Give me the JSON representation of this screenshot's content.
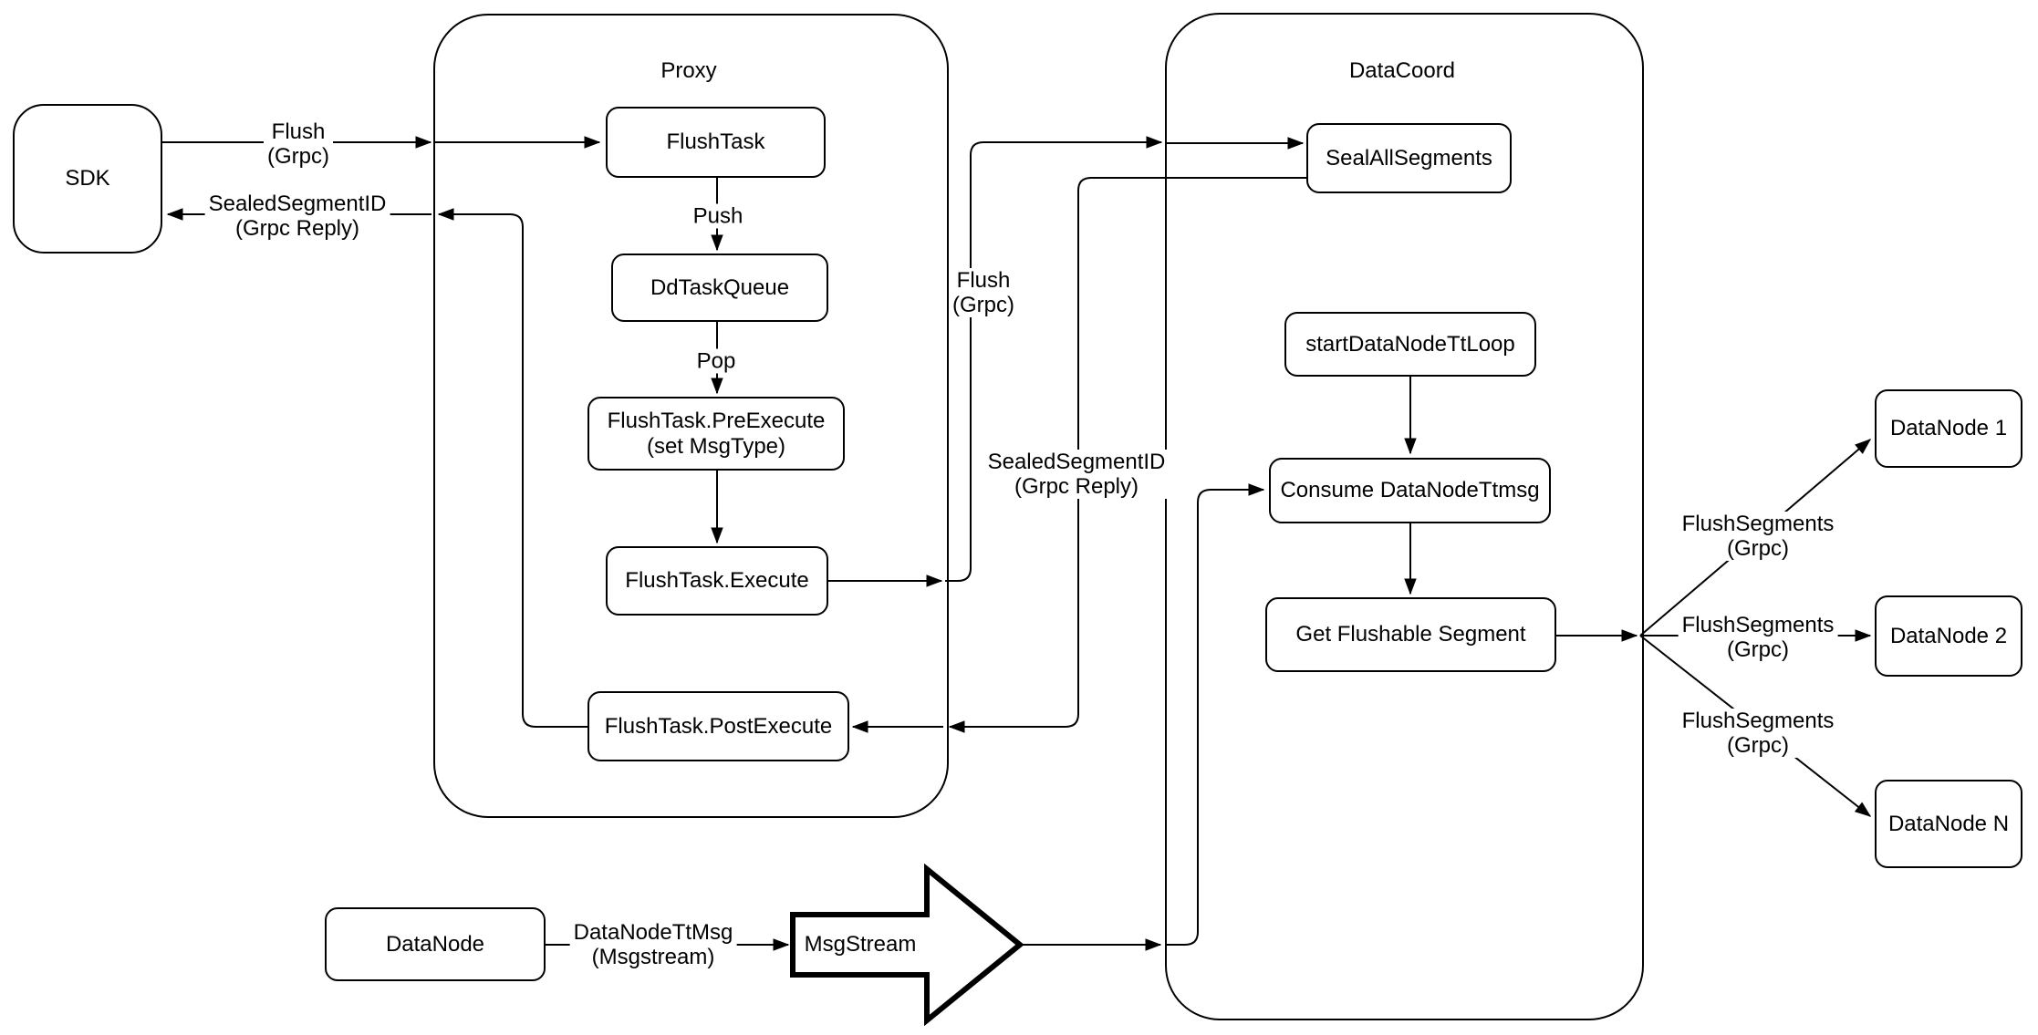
{
  "containers": {
    "proxy": {
      "label": "Proxy"
    },
    "datacoord": {
      "label": "DataCoord"
    }
  },
  "nodes": {
    "sdk": {
      "label": "SDK"
    },
    "flush_task": {
      "label": "FlushTask"
    },
    "dd_task_queue": {
      "label": "DdTaskQueue"
    },
    "pre_execute": {
      "label": "FlushTask.PreExecute",
      "sublabel": "(set MsgType)"
    },
    "execute": {
      "label": "FlushTask.Execute"
    },
    "post_execute": {
      "label": "FlushTask.PostExecute"
    },
    "seal_all_segments": {
      "label": "SealAllSegments"
    },
    "start_data_node_tt_loop": {
      "label": "startDataNodeTtLoop"
    },
    "consume_data_node_ttmsg": {
      "label": "Consume DataNodeTtmsg"
    },
    "get_flushable_segment": {
      "label": "Get Flushable Segment"
    },
    "data_node_1": {
      "label": "DataNode 1"
    },
    "data_node_2": {
      "label": "DataNode 2"
    },
    "data_node_n": {
      "label": "DataNode N"
    },
    "data_node": {
      "label": "DataNode"
    },
    "msg_stream": {
      "label": "MsgStream"
    }
  },
  "edge_labels": {
    "flush_sdk": {
      "line1": "Flush",
      "line2": "(Grpc)"
    },
    "sealed_sdk": {
      "line1": "SealedSegmentID",
      "line2": "(Grpc Reply)"
    },
    "push": {
      "line1": "Push"
    },
    "pop": {
      "line1": "Pop"
    },
    "flush_mid": {
      "line1": "Flush",
      "line2": "(Grpc)"
    },
    "sealed_mid": {
      "line1": "SealedSegmentID",
      "line2": "(Grpc Reply)"
    },
    "flush_segments_1": {
      "line1": "FlushSegments",
      "line2": "(Grpc)"
    },
    "flush_segments_2": {
      "line1": "FlushSegments",
      "line2": "(Grpc)"
    },
    "flush_segments_3": {
      "line1": "FlushSegments",
      "line2": "(Grpc)"
    },
    "datanode_ttmsg": {
      "line1": "DataNodeTtMsg",
      "line2": "(Msgstream)"
    }
  },
  "colors": {
    "stroke": "#000000",
    "fill": "#ffffff",
    "text": "#000000"
  }
}
